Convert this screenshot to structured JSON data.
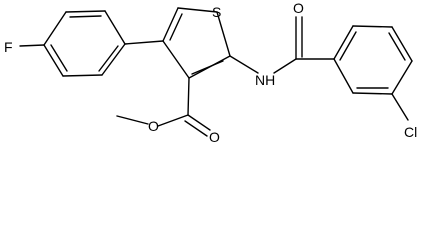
{
  "molecule": {
    "atom_labels": {
      "sulfur": "S",
      "fluorine": "F",
      "chlorine": "Cl",
      "amide_nitrogen": "NH",
      "amide_oxygen": "O",
      "ester_carbonyl_oxygen": "O",
      "ester_ether_oxygen": "O"
    }
  },
  "colors": {
    "bond": "#000000",
    "label": "#000000",
    "background": "#ffffff"
  }
}
